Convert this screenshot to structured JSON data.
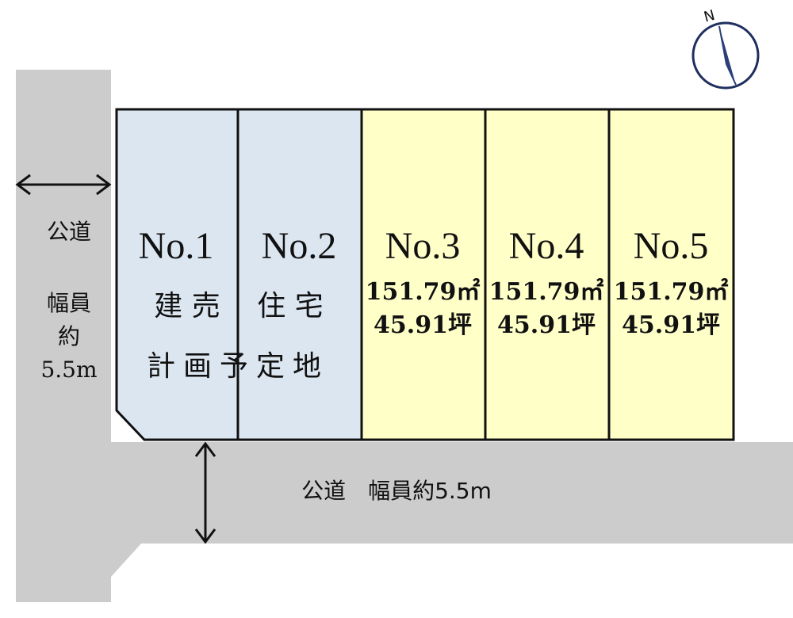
{
  "compass": {
    "north_label": "N",
    "icon": "north-arrow-icon"
  },
  "roads": {
    "west": {
      "name": "公道",
      "width_lines": [
        "幅員",
        "約",
        "5.5m"
      ]
    },
    "south": {
      "label": "公道　幅員約5.5m"
    }
  },
  "lots": [
    {
      "number": "No.1",
      "note_lines": [
        "建 売"
      ]
    },
    {
      "number": "No.2",
      "note_lines": [
        "住 宅"
      ]
    },
    {
      "number": "No.3",
      "area_sqm": "151.79㎡",
      "area_tsubo": "45.91坪"
    },
    {
      "number": "No.4",
      "area_sqm": "151.79㎡",
      "area_tsubo": "45.91坪"
    },
    {
      "number": "No.5",
      "area_sqm": "151.79㎡",
      "area_tsubo": "45.91坪"
    }
  ],
  "shared_note": "計画予定地",
  "colors": {
    "road": "#cccccc",
    "planned_lots": "#dce6f1",
    "sale_lots": "#ffffc8",
    "outline": "#111111",
    "compass_blue": "#2b3f78"
  }
}
